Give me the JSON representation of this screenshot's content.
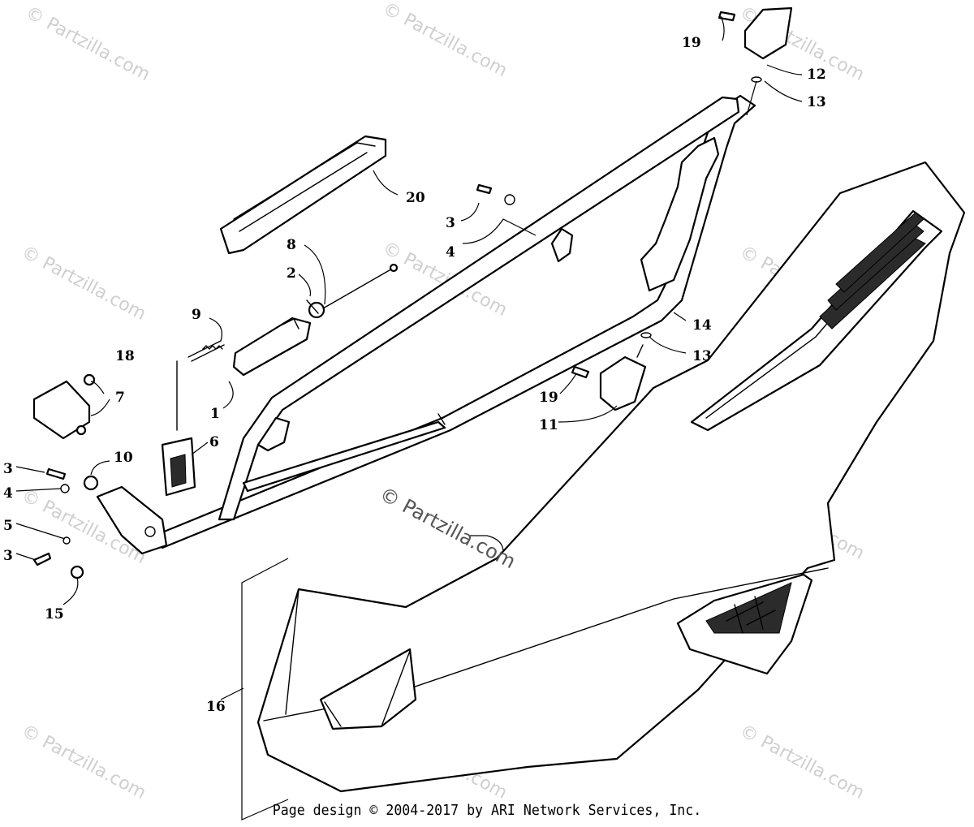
{
  "watermark": "© Partzilla.com",
  "footer": "Page design © 2004-2017 by ARI Network Services, Inc.",
  "callouts": {
    "c1": "1",
    "c2": "2",
    "c3a": "3",
    "c3b": "3",
    "c3c": "3",
    "c4a": "4",
    "c4b": "4",
    "c5": "5",
    "c6": "6",
    "c7": "7",
    "c8": "8",
    "c9": "9",
    "c10": "10",
    "c11": "11",
    "c12": "12",
    "c13a": "13",
    "c13b": "13",
    "c14": "14",
    "c15": "15",
    "c16": "16",
    "c18": "18",
    "c19a": "19",
    "c19b": "19",
    "c20": "20"
  }
}
